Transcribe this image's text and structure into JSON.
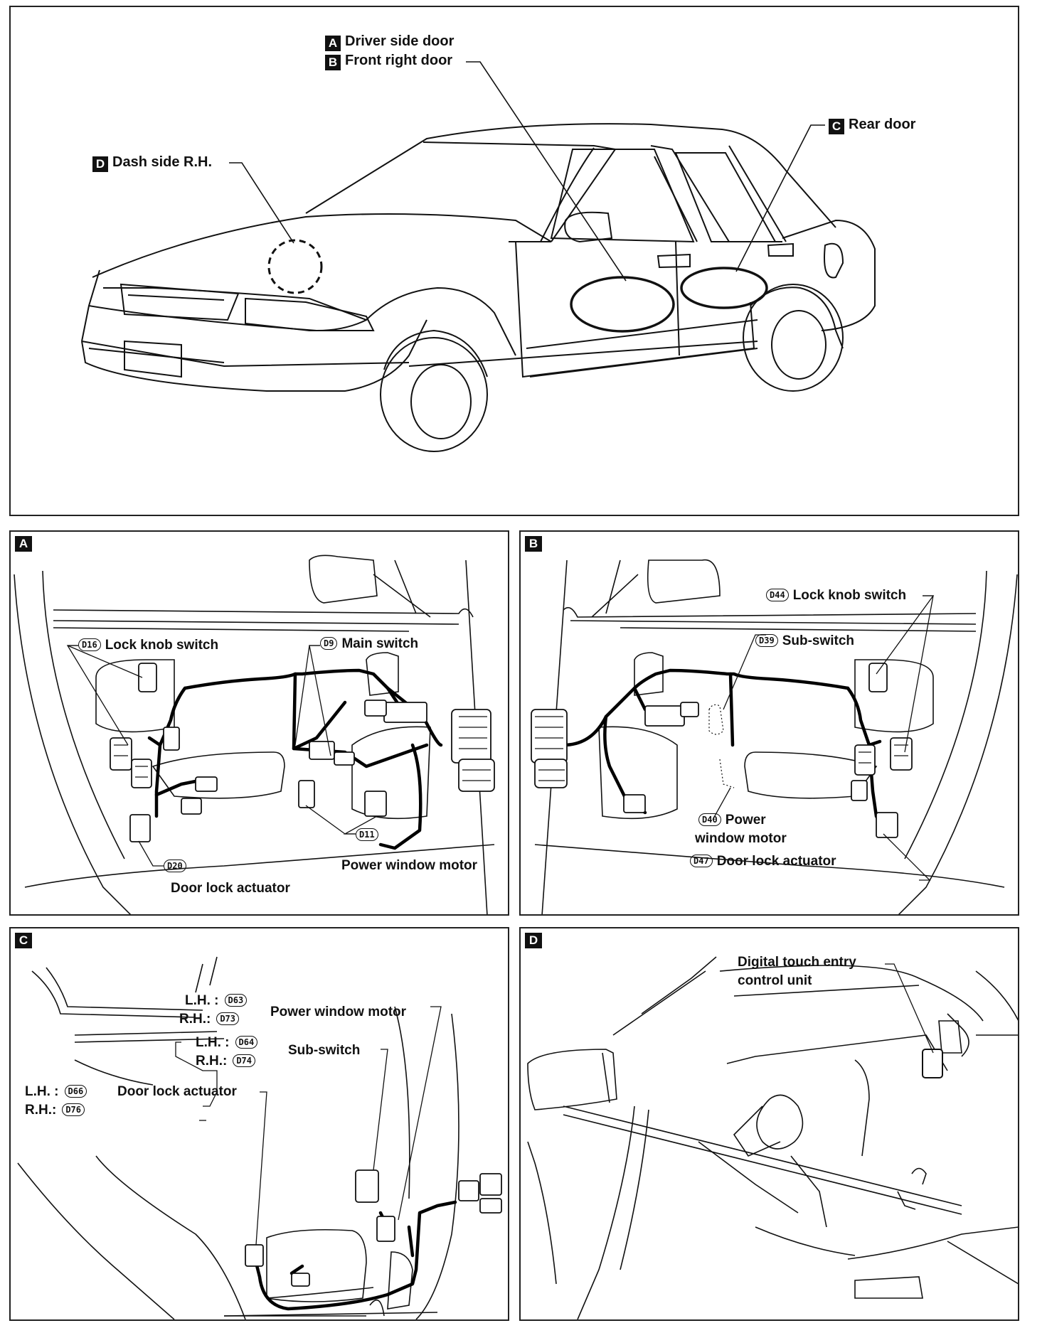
{
  "overview": {
    "label_a_letter": "A",
    "label_a": "Driver side door",
    "label_b_letter": "B",
    "label_b": "Front right door",
    "label_c_letter": "C",
    "label_c": "Rear door",
    "label_d_letter": "D",
    "label_d": "Dash side R.H."
  },
  "panel_a": {
    "letter": "A",
    "d16": "D16",
    "lock_knob_switch": "Lock knob switch",
    "d9": "D9",
    "main_switch": "Main switch",
    "d11": "D11",
    "power_window_motor": "Power window motor",
    "d20": "D20",
    "door_lock_actuator": "Door lock actuator"
  },
  "panel_b": {
    "letter": "B",
    "d44": "D44",
    "lock_knob_switch": "Lock knob switch",
    "d39": "D39",
    "sub_switch": "Sub-switch",
    "d40": "D40",
    "power_line1": "Power",
    "power_line2": "window motor",
    "d47": "D47",
    "door_lock_actuator": "Door lock actuator"
  },
  "panel_c": {
    "letter": "C",
    "lh": "L.H. :",
    "rh": "R.H.:",
    "rh2": "R.H.:",
    "d63": "D63",
    "d73": "D73",
    "power_window_motor": "Power window motor",
    "d64": "D64",
    "d74": "D74",
    "sub_switch": "Sub-switch",
    "lh2": "L.H. :",
    "lh3": "L.H. :",
    "rh3": "R.H.:",
    "d66": "D66",
    "d76": "D76",
    "door_lock_actuator": "Door lock actuator"
  },
  "panel_d": {
    "letter": "D",
    "digital_line1": "Digital touch entry",
    "digital_line2": "control unit"
  }
}
